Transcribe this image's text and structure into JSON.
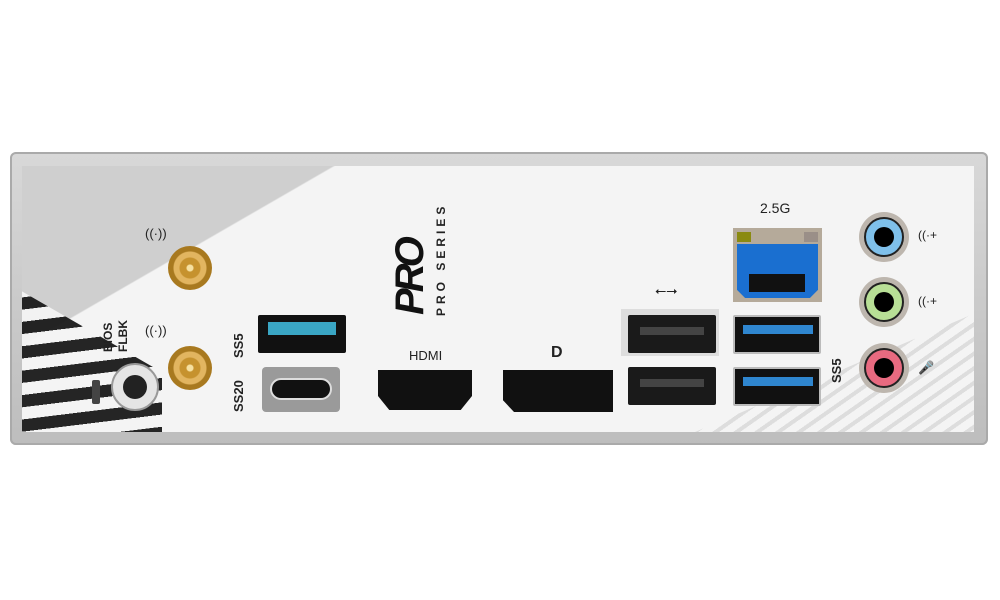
{
  "logo": {
    "brand": "PRO",
    "series": "PRO SERIES"
  },
  "labels": {
    "bios_flbk": [
      "BIOS",
      "FLBK"
    ],
    "hdmi": "HDMI",
    "lan": "2.5G",
    "ss5_left": "SS5",
    "ss20": "SS20",
    "ss5_right": "SS5"
  },
  "icons": {
    "wifi": "((·))",
    "usb": "⭠⭢",
    "dp": "D",
    "line_in": "((·+",
    "line_out": "((·+",
    "mic": "🎤"
  },
  "colors": {
    "usb3_blue": "#2f86cf",
    "usb5_teal": "#3aa6c4",
    "lan_blue": "#1a6fd0",
    "line_in": "#7fc0ea",
    "line_out": "#b8df96",
    "mic": "#e86a80",
    "antenna_gold": "#c6922e"
  }
}
